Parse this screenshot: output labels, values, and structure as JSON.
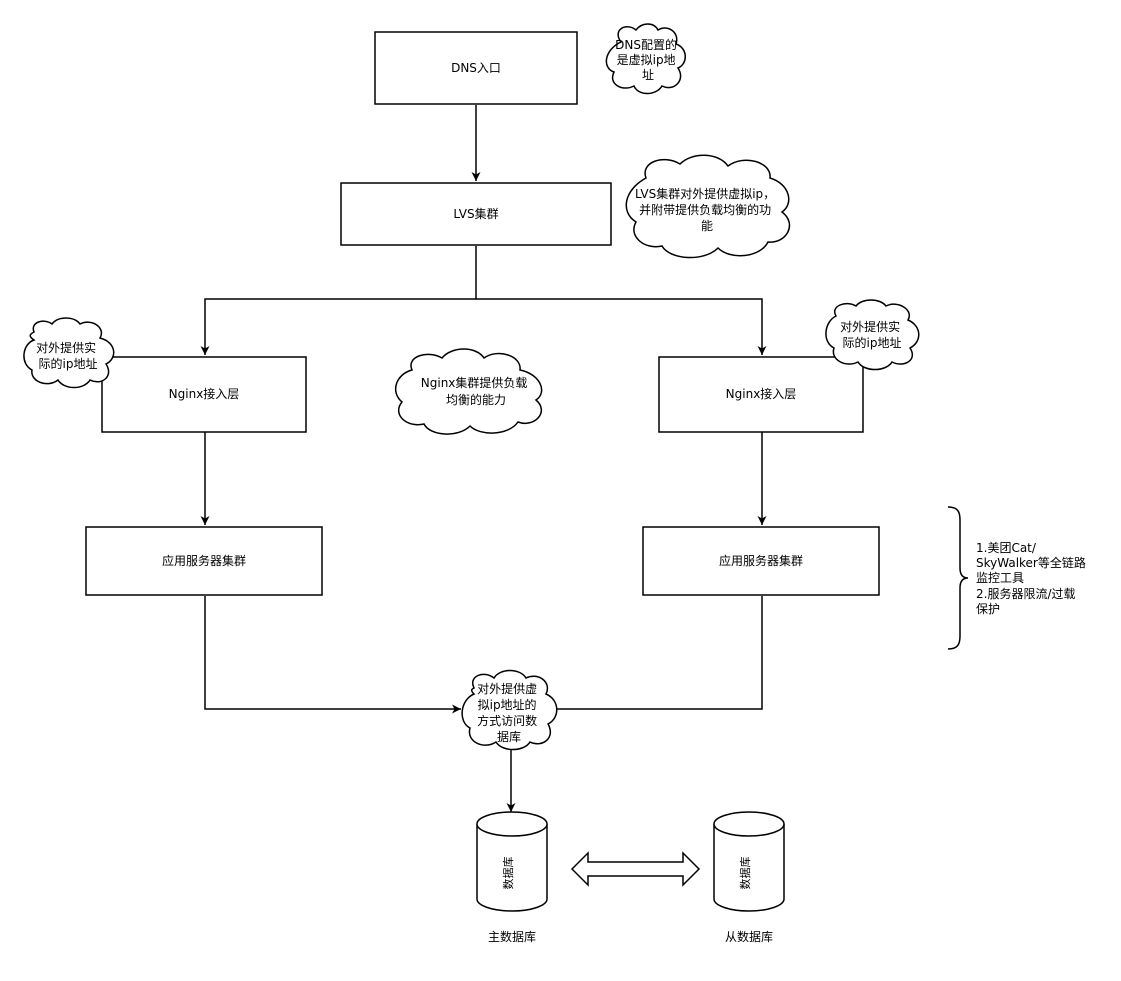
{
  "nodes": {
    "dns": "DNS入口",
    "lvs": "LVS集群",
    "nginx_left": "Nginx接入层",
    "nginx_right": "Nginx接入层",
    "app_left": "应用服务器集群",
    "app_right": "应用服务器集群",
    "db_master_inner": "数据库",
    "db_slave_inner": "数据库",
    "db_master_caption": "主数据库",
    "db_slave_caption": "从数据库"
  },
  "notes": {
    "dns_note": [
      "DNS配置的",
      "是虚拟ip地",
      "址"
    ],
    "lvs_note": [
      "LVS集群对外提供虚拟ip，",
      "并附带提供负载均衡的功",
      "能"
    ],
    "nginx_left_note": [
      "对外提供实",
      "际的ip地址"
    ],
    "nginx_right_note": [
      "对外提供实",
      "际的ip地址"
    ],
    "nginx_mid_note": [
      "Nginx集群提供负载",
      "均衡的能力"
    ],
    "db_access_note": [
      "对外提供虚",
      "拟ip地址的",
      "方式访问数",
      "据库"
    ],
    "monitor_note": [
      "1.美团Cat/",
      "SkyWalker等全链路",
      "监控工具",
      "2.服务器限流/过载",
      "保护"
    ]
  },
  "colors": {
    "stroke": "#000000",
    "fill": "#ffffff",
    "text": "#000000"
  }
}
